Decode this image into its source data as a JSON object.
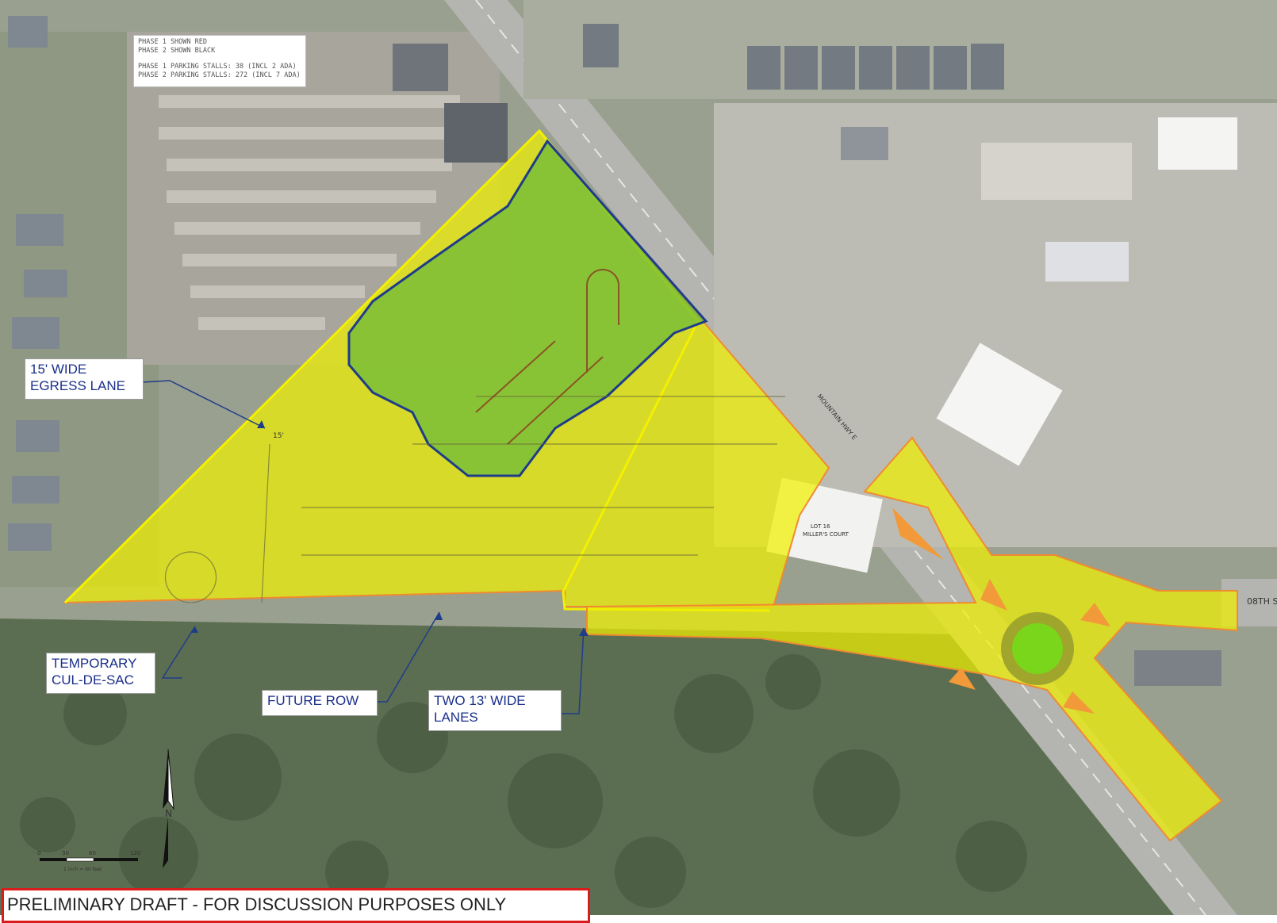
{
  "notes": {
    "line1": "PHASE 1 SHOWN RED",
    "line2": "PHASE 2 SHOWN BLACK",
    "line3": "PHASE 1 PARKING STALLS: 38 (INCL 2 ADA)",
    "line4": "PHASE 2 PARKING STALLS: 272 (INCL 7 ADA)"
  },
  "callouts": {
    "egress": [
      "15' WIDE",
      "EGRESS LANE"
    ],
    "culdesac": [
      "TEMPORARY",
      "CUL-DE-SAC"
    ],
    "future_row": [
      "FUTURE ROW"
    ],
    "lanes": [
      "TWO 13' WIDE",
      "LANES"
    ]
  },
  "plan_labels": {
    "egress_dim": "15'",
    "lot_line1": "LOT 16",
    "lot_line2": "MILLER'S COURT",
    "road_label": "MOUNTAIN HWY E",
    "street_label": "08TH S"
  },
  "north_label": "N",
  "scale_bar": {
    "ticks": [
      "0",
      "30",
      "60",
      "120"
    ],
    "caption": "1 inch = 60 feet"
  },
  "banner": "PRELIMINARY DRAFT - FOR DISCUSSION PURPOSES ONLY",
  "colors": {
    "phase2_fill": "#eef000",
    "phase1_fill": "#6dbb3a",
    "phase1_outline": "#1f3c8a",
    "site_outline": "#f4f000",
    "roundabout_center": "#7ad61b",
    "banner_border": "#d91c1c",
    "callout_text": "#1a2f8a"
  }
}
